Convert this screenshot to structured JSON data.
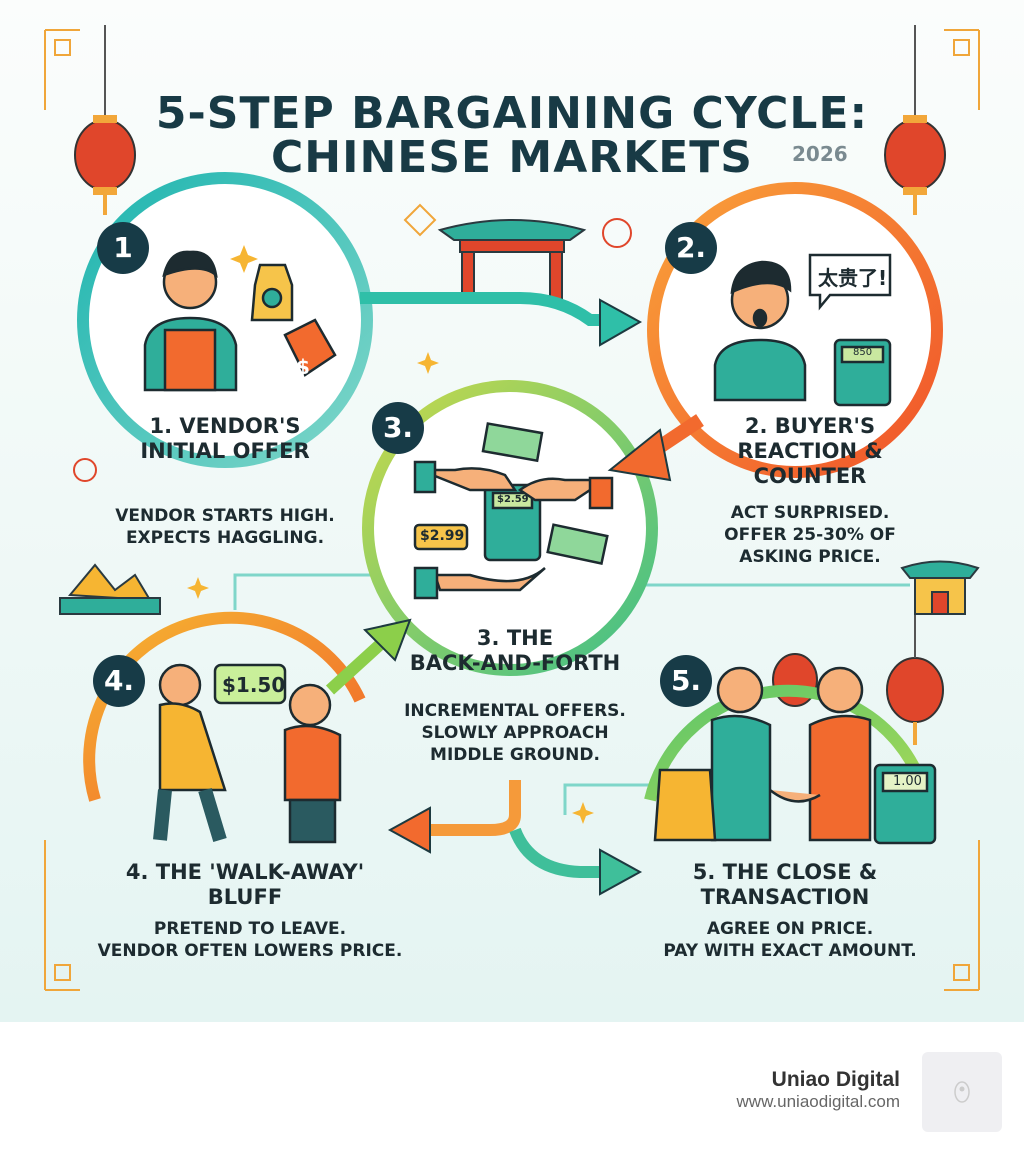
{
  "title": {
    "line1": "5-STEP BARGAINING CYCLE:",
    "line2": "CHINESE MARKETS",
    "year": "2026"
  },
  "steps": [
    {
      "badge": "1",
      "label1": "1. VENDOR'S",
      "label2": "INITIAL OFFER",
      "desc1": "VENDOR STARTS HIGH.",
      "desc2": "EXPECTS HAGGLING.",
      "tag": "$"
    },
    {
      "badge": "2.",
      "label1": "2. BUYER'S",
      "label2": "REACTION &",
      "label3": "COUNTER",
      "desc1": "ACT SURPRISED.",
      "desc2": "OFFER 25-30% OF",
      "desc3": "ASKING PRICE.",
      "speech": "太贵了!",
      "calc": "850"
    },
    {
      "badge": "3.",
      "label1": "3. THE",
      "label2": "BACK-AND-FORTH",
      "desc1": "INCREMENTAL OFFERS.",
      "desc2": "SLOWLY APPROACH",
      "desc3": "MIDDLE GROUND.",
      "calc": "$2.59",
      "tag": "$2.99"
    },
    {
      "badge": "4.",
      "label1": "4. THE 'WALK-AWAY'",
      "label2": "BLUFF",
      "desc1": "PRETEND TO LEAVE.",
      "desc2": "VENDOR OFTEN LOWERS PRICE.",
      "speech": "$1.50"
    },
    {
      "badge": "5.",
      "label1": "5. THE CLOSE &",
      "label2": "TRANSACTION",
      "desc1": "AGREE ON PRICE.",
      "desc2": "PAY WITH EXACT AMOUNT.",
      "calc": "1.00"
    }
  ],
  "colors": {
    "teal": "#1fb5b0",
    "orange": "#f26a2e",
    "green": "#7cc95a",
    "navy": "#173b47",
    "red_lantern": "#e0462b"
  },
  "footer": {
    "brand": "Uniao Digital",
    "url": "www.uniaodigital.com"
  }
}
